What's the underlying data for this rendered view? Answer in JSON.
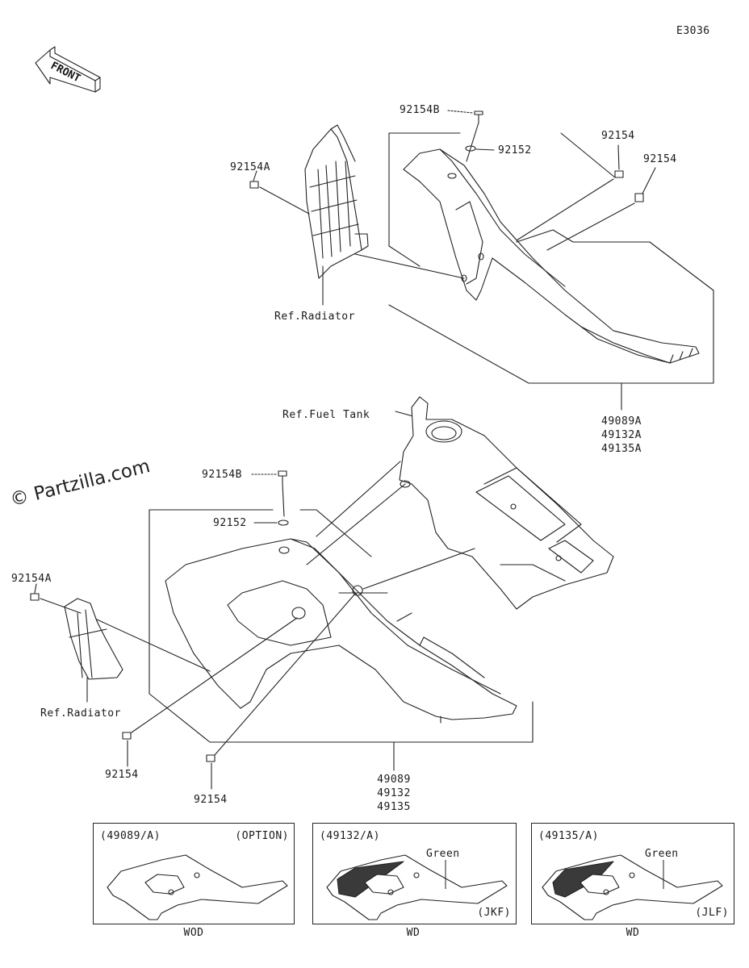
{
  "diagram_code": "E3036",
  "front_label": "FRONT",
  "watermark": "© Partzilla.com",
  "callouts": {
    "p92154B_top": "92154B",
    "p92152_top": "92152",
    "p92154_tr1": "92154",
    "p92154_tr2": "92154",
    "p92154A_top": "92154A",
    "ref_radiator_top": "Ref.Radiator",
    "ref_fuel_tank": "Ref.Fuel Tank",
    "p92154B_mid": "92154B",
    "p92152_mid": "92152",
    "p92154A_left": "92154A",
    "ref_radiator_bottom": "Ref.Radiator",
    "p92154_b1": "92154",
    "p92154_b2": "92154"
  },
  "right_part_numbers": [
    "49089A",
    "49132A",
    "49135A"
  ],
  "left_part_numbers": [
    "49089",
    "49132",
    "49135"
  ],
  "variants": [
    {
      "title": "(49089/A)",
      "tag": "(OPTION)",
      "color_label": "",
      "code": "",
      "footer": "WOD"
    },
    {
      "title": "(49132/A)",
      "tag": "",
      "color_label": "Green",
      "code": "(JKF)",
      "footer": "WD"
    },
    {
      "title": "(49135/A)",
      "tag": "",
      "color_label": "Green",
      "code": "(JLF)",
      "footer": "WD"
    }
  ]
}
